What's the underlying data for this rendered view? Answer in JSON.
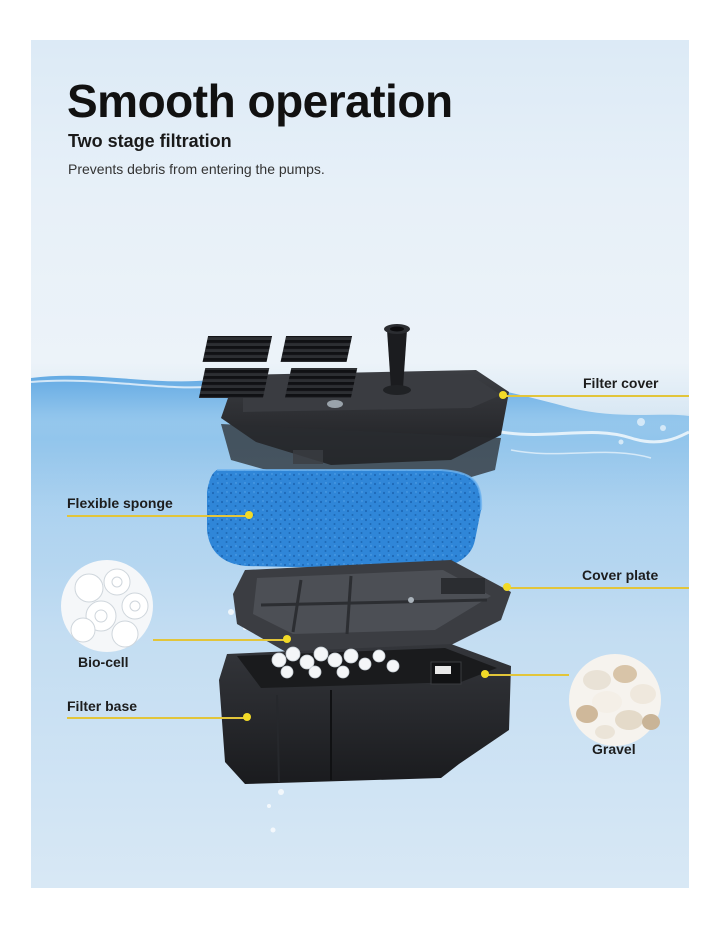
{
  "header": {
    "title": "Smooth operation",
    "subtitle": "Two stage filtration",
    "description": "Prevents debris from entering the pumps."
  },
  "labels": {
    "filter_cover": "Filter cover",
    "flexible_sponge": "Flexible sponge",
    "cover_plate": "Cover plate",
    "bio_cell": "Bio-cell",
    "filter_base": "Filter base",
    "gravel": "Gravel"
  },
  "colors": {
    "leader_line": "#e2c53a",
    "dot": "#f2da27",
    "sponge": "#2f86d8",
    "housing": "#2a2c30"
  }
}
